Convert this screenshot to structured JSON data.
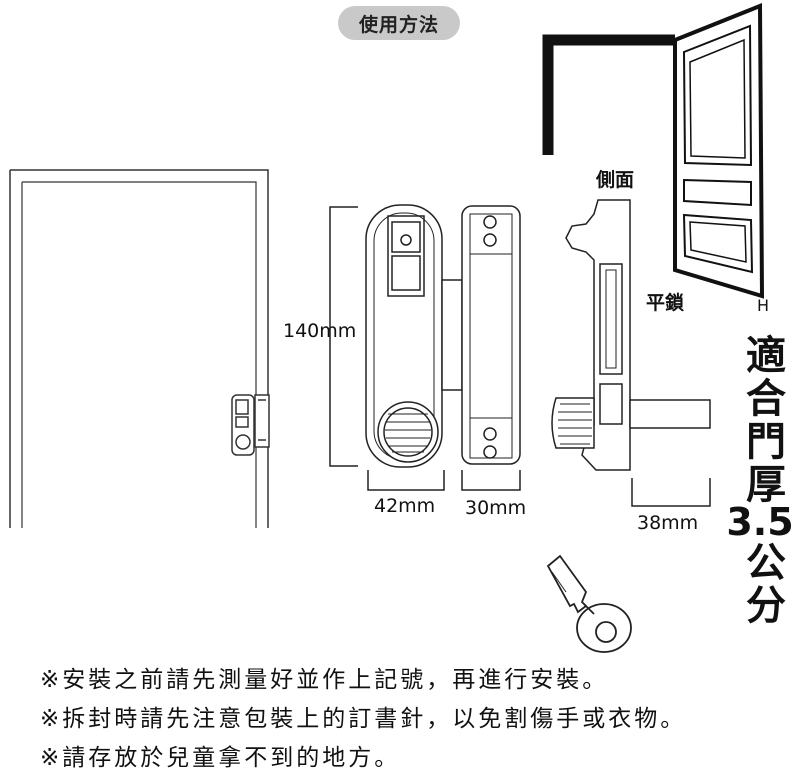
{
  "title": "使用方法",
  "dimensions": {
    "height": "140mm",
    "width_front": "42mm",
    "width_back": "30mm",
    "depth": "38mm"
  },
  "labels": {
    "side_view": "側面",
    "flat_lock": "平鎖",
    "door_marker": "H"
  },
  "door_thickness": {
    "chars": [
      "適",
      "合",
      "門",
      "厚"
    ],
    "number": "3.5",
    "unit_chars": [
      "公",
      "分"
    ]
  },
  "notes": [
    "※安裝之前請先測量好並作上記號，再進行安裝。",
    "※拆封時請先注意包裝上的訂書針，以免割傷手或衣物。",
    "※請存放於兒童拿不到的地方。"
  ]
}
